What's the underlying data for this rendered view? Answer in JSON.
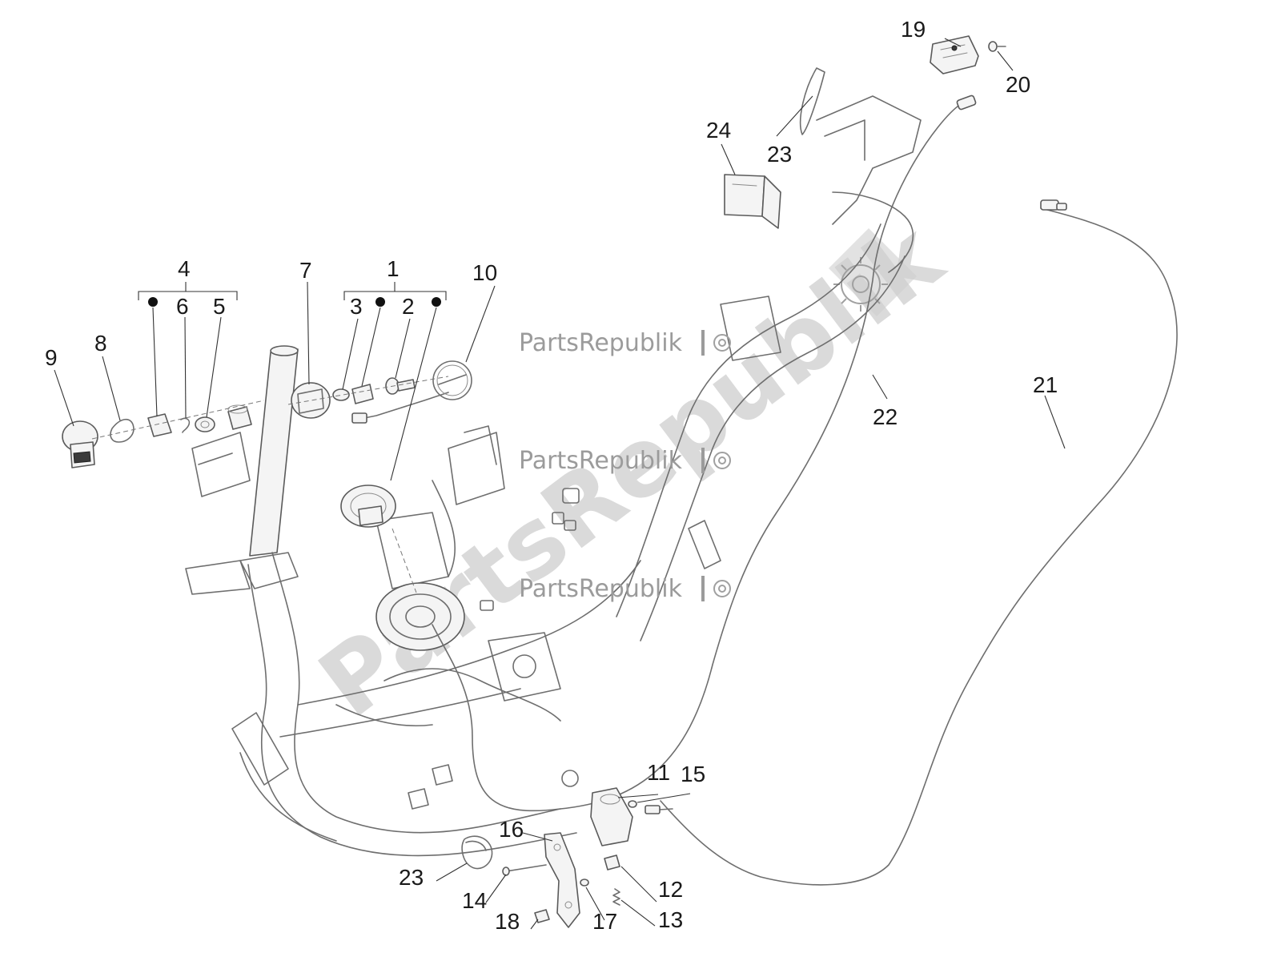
{
  "diagram": {
    "callouts": [
      "1",
      "2",
      "3",
      "4",
      "5",
      "6",
      "7",
      "8",
      "9",
      "10",
      "11",
      "12",
      "13",
      "14",
      "15",
      "16",
      "17",
      "18",
      "19",
      "20",
      "21",
      "22",
      "23",
      "23",
      "24"
    ],
    "watermark": {
      "small_text": "PartsRepublik",
      "big_text": "PartsRepublik",
      "icon": "gear-icon"
    }
  }
}
